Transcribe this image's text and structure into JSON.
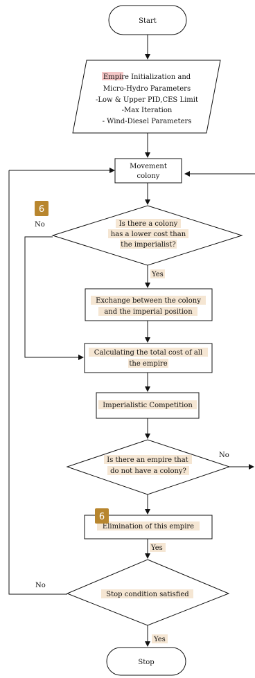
{
  "colors": {
    "highlight": "#f5e6d3",
    "highlight_red": "#f4c6c6",
    "badge": "#b8862e",
    "stroke": "#111111"
  },
  "nodes": {
    "start": "Start",
    "init": {
      "line1_word": "Empire",
      "line1_rest": " Initialization and",
      "line2": "Micro-Hydro Parameters",
      "line3": "-Low & Upper PID,CES Limit",
      "line4": "-Max Iteration",
      "line5": "- Wind-Diesel Parameters"
    },
    "movement": {
      "line1": "Movement",
      "line2": "colony"
    },
    "decision1": {
      "line1": "Is there a colony",
      "line2": "has a lower cost than",
      "line3": "the imperialist?"
    },
    "exchange": {
      "line1": "Exchange between the colony",
      "line2": "and the imperial position"
    },
    "total_cost": {
      "line1": "Calculating the total cost of all",
      "line2": "the empire"
    },
    "competition": "Imperialistic Competition",
    "decision2": {
      "line1": "Is there an empire that",
      "line2": "do not have a colony?"
    },
    "elimination": "Elimination of this empire",
    "decision3": "Stop condition satisfied",
    "stop": "Stop"
  },
  "edge_labels": {
    "no1": "No",
    "yes1": "Yes",
    "no2": "No",
    "yes2": "Yes",
    "no3": "No",
    "yes3": "Yes"
  },
  "badges": {
    "badge1": "6",
    "badge2": "6"
  }
}
